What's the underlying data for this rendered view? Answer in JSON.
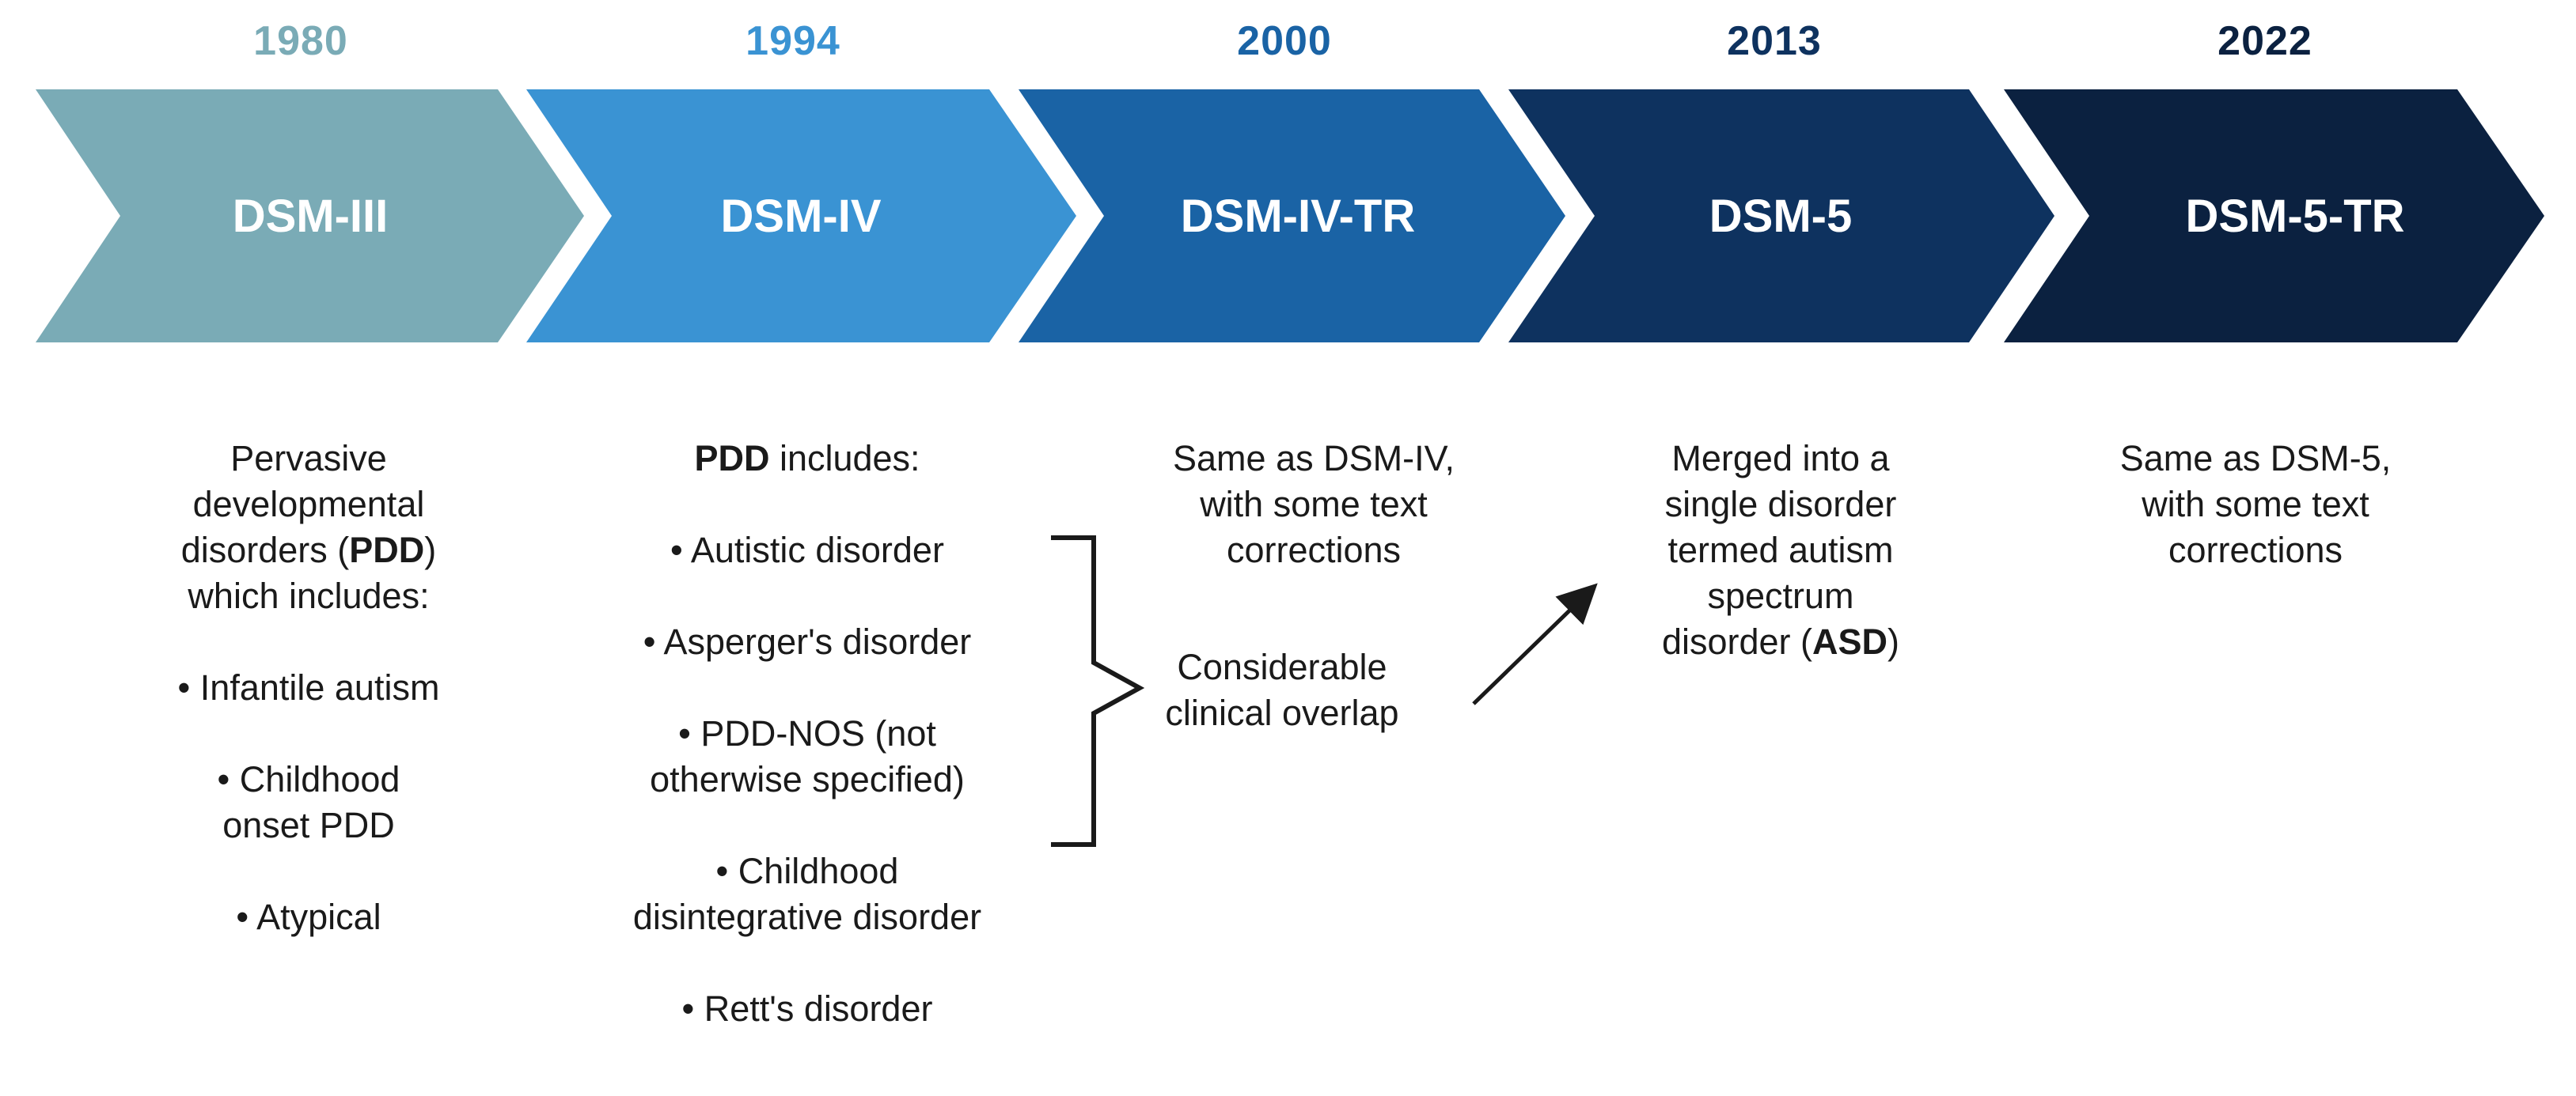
{
  "colors": {
    "dsm3": "#7aabb6",
    "dsm4": "#3a93d3",
    "dsm4tr": "#1a63a5",
    "dsm5": "#0e325f",
    "dsm5tr": "#0b2140",
    "text": "#1a1a1a"
  },
  "stages": [
    {
      "year": "1980",
      "label": "DSM-III"
    },
    {
      "year": "1994",
      "label": "DSM-IV"
    },
    {
      "year": "2000",
      "label": "DSM-IV-TR"
    },
    {
      "year": "2013",
      "label": "DSM-5"
    },
    {
      "year": "2022",
      "label": "DSM-5-TR"
    }
  ],
  "col1": {
    "intro_1": "Pervasive",
    "intro_2": "developmental",
    "intro_3a": "disorders (",
    "intro_3b": "PDD",
    "intro_3c": ")",
    "intro_4": "which includes:",
    "items": [
      "• Infantile autism",
      "• Childhood",
      "onset PDD",
      "• Atypical"
    ]
  },
  "col2": {
    "head_bold": "PDD",
    "head_rest": " includes:",
    "items": [
      "• Autistic disorder",
      "• Asperger's disorder",
      "• PDD-NOS (not",
      "otherwise specified)",
      "• Childhood",
      "disintegrative disorder",
      "• Rett's disorder"
    ]
  },
  "col3": {
    "lines": [
      "Same as DSM-IV,",
      "with some text",
      "corrections"
    ],
    "overlap": [
      "Considerable",
      "clinical overlap"
    ]
  },
  "col4": {
    "lines": [
      "Merged into a",
      "single disorder",
      "termed autism",
      "spectrum"
    ],
    "last_a": "disorder (",
    "last_b": "ASD",
    "last_c": ")"
  },
  "col5": {
    "lines": [
      "Same as DSM-5,",
      "with some text",
      "corrections"
    ]
  }
}
